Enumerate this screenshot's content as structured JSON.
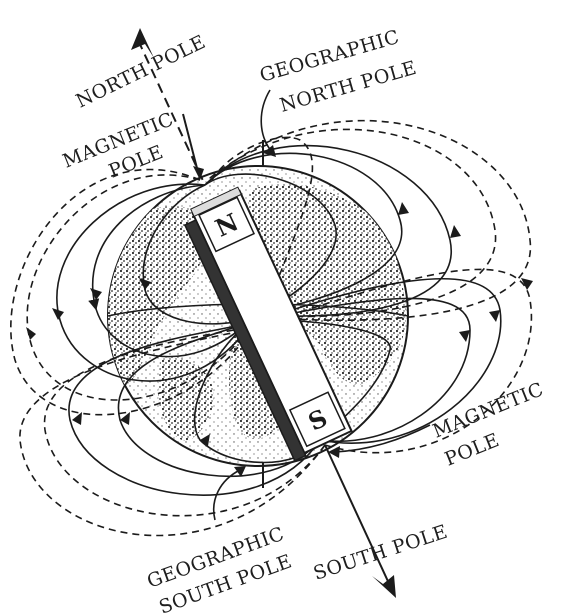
{
  "labels": {
    "north_pole": "NORTH POLE",
    "magnetic_line1": "MAGNETIC",
    "magnetic_line2": "POLE",
    "geo_north_line1": "GEOGRAPHIC",
    "geo_north_line2": "NORTH POLE",
    "magnetic_right_line1": "MAGNETIC",
    "magnetic_right_line2": "POLE",
    "geo_south_line1": "GEOGRAPHIC",
    "geo_south_line2": "SOUTH POLE",
    "south_pole": "SOUTH POLE"
  },
  "magnet": {
    "north": "N",
    "south": "S"
  },
  "colors": {
    "ink": "#1b1b1b",
    "background": "#ffffff",
    "globe_shade": "#3a3a3a"
  }
}
